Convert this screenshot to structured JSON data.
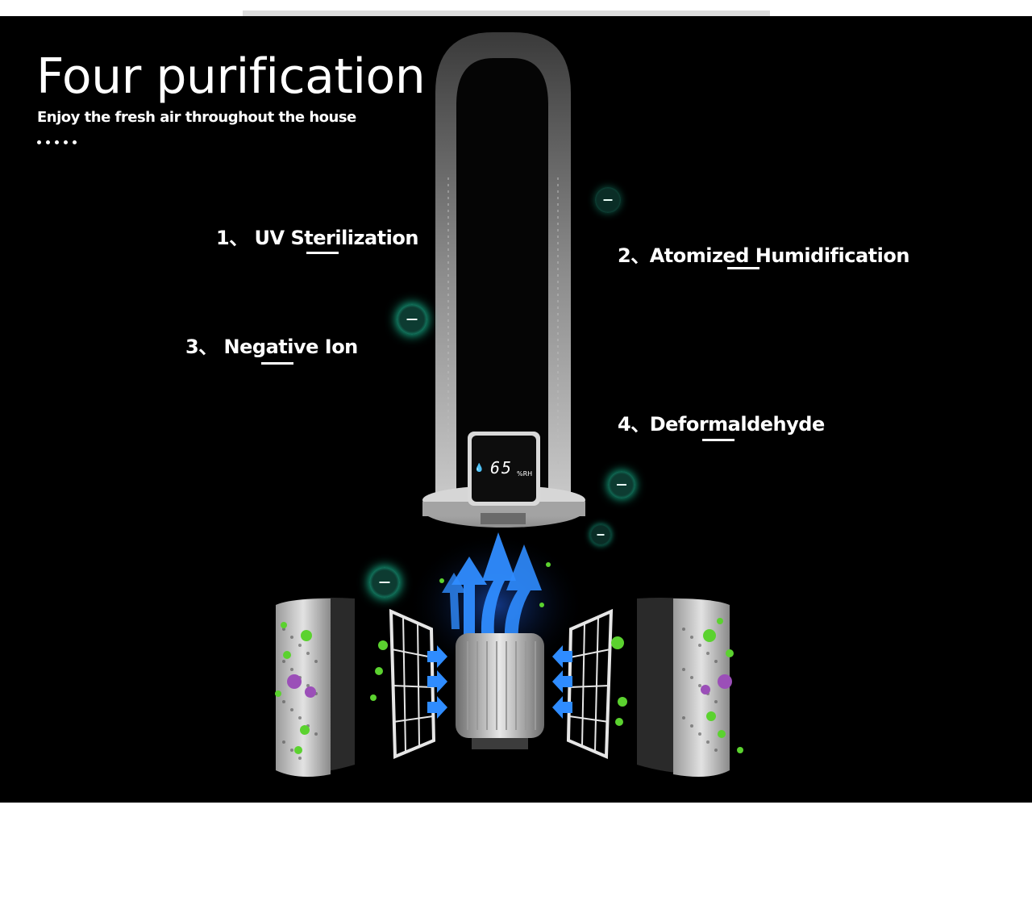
{
  "header": {
    "title": "Four purification",
    "subtitle": "Enjoy the fresh air throughout the house"
  },
  "features": [
    {
      "label": "1、 UV Sterilization"
    },
    {
      "label": "2、Atomized Humidification"
    },
    {
      "label": "3、 Negative Ion"
    },
    {
      "label": "4、Deformaldehyde"
    }
  ],
  "display": {
    "reading": "65",
    "unit": "%RH",
    "icon": "droplet-icon"
  },
  "colors": {
    "background": "#000000",
    "text": "#ffffff",
    "ion_glow": "#1de9b6",
    "airflow": "#2f8cff",
    "germ_green": "#5bd22f",
    "germ_purple": "#9b4fb8"
  }
}
